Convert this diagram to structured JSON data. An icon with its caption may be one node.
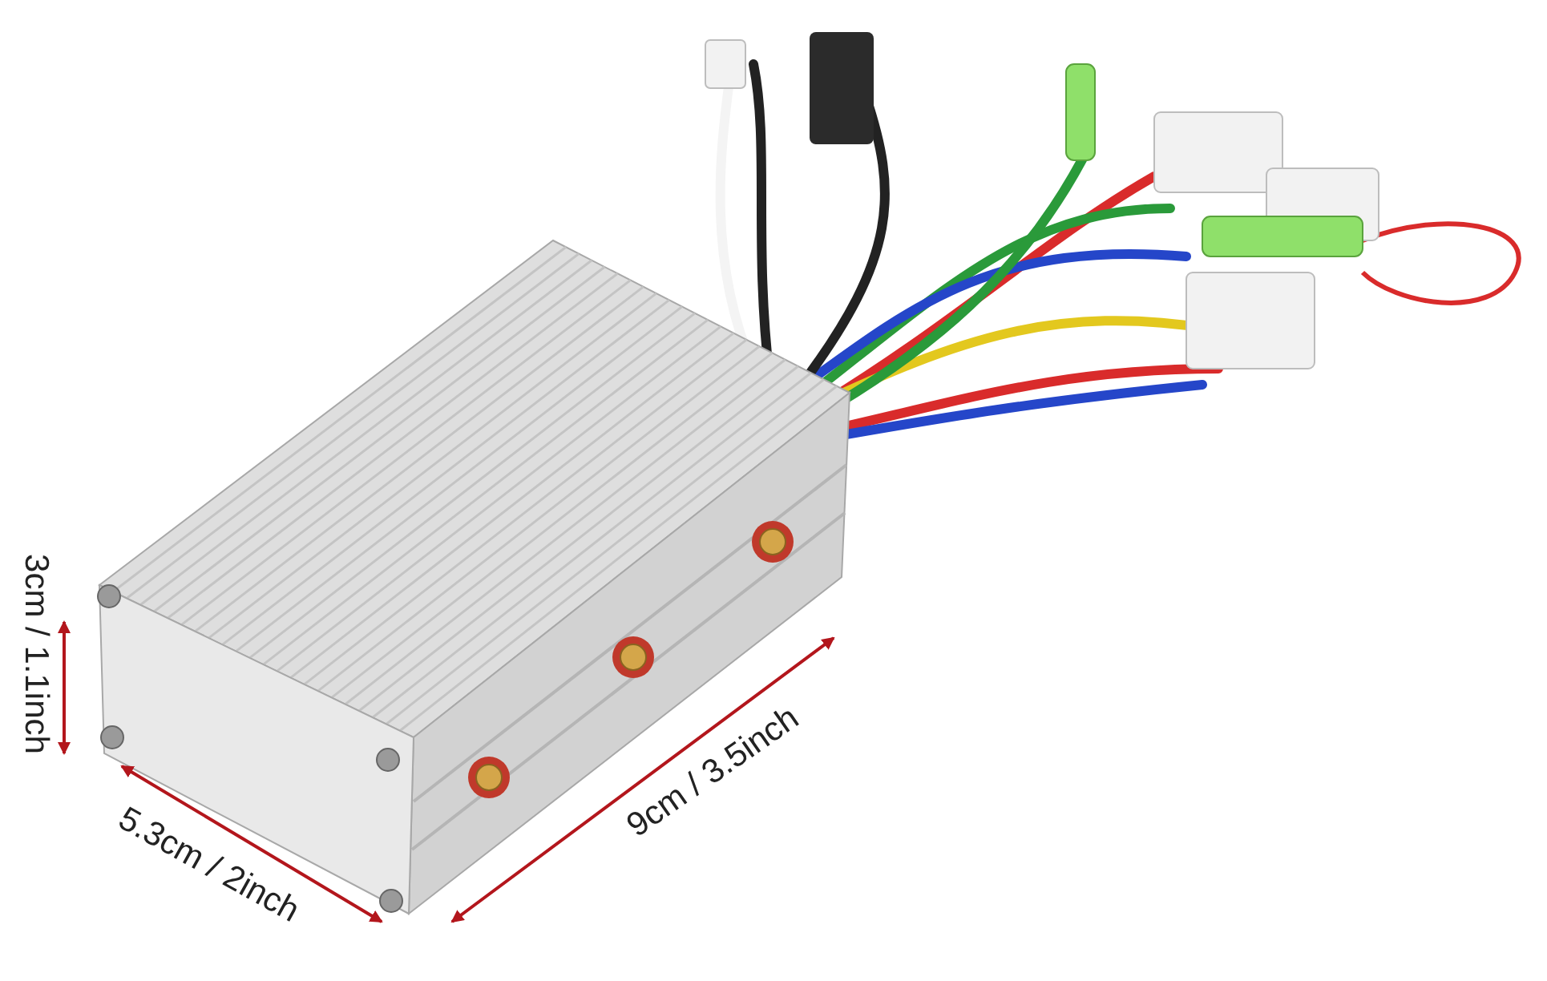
{
  "diagram": {
    "labels": [
      "3cm / 1.1inch",
      "5.3cm / 2inch",
      "9cm / 3.5inch"
    ]
  }
}
